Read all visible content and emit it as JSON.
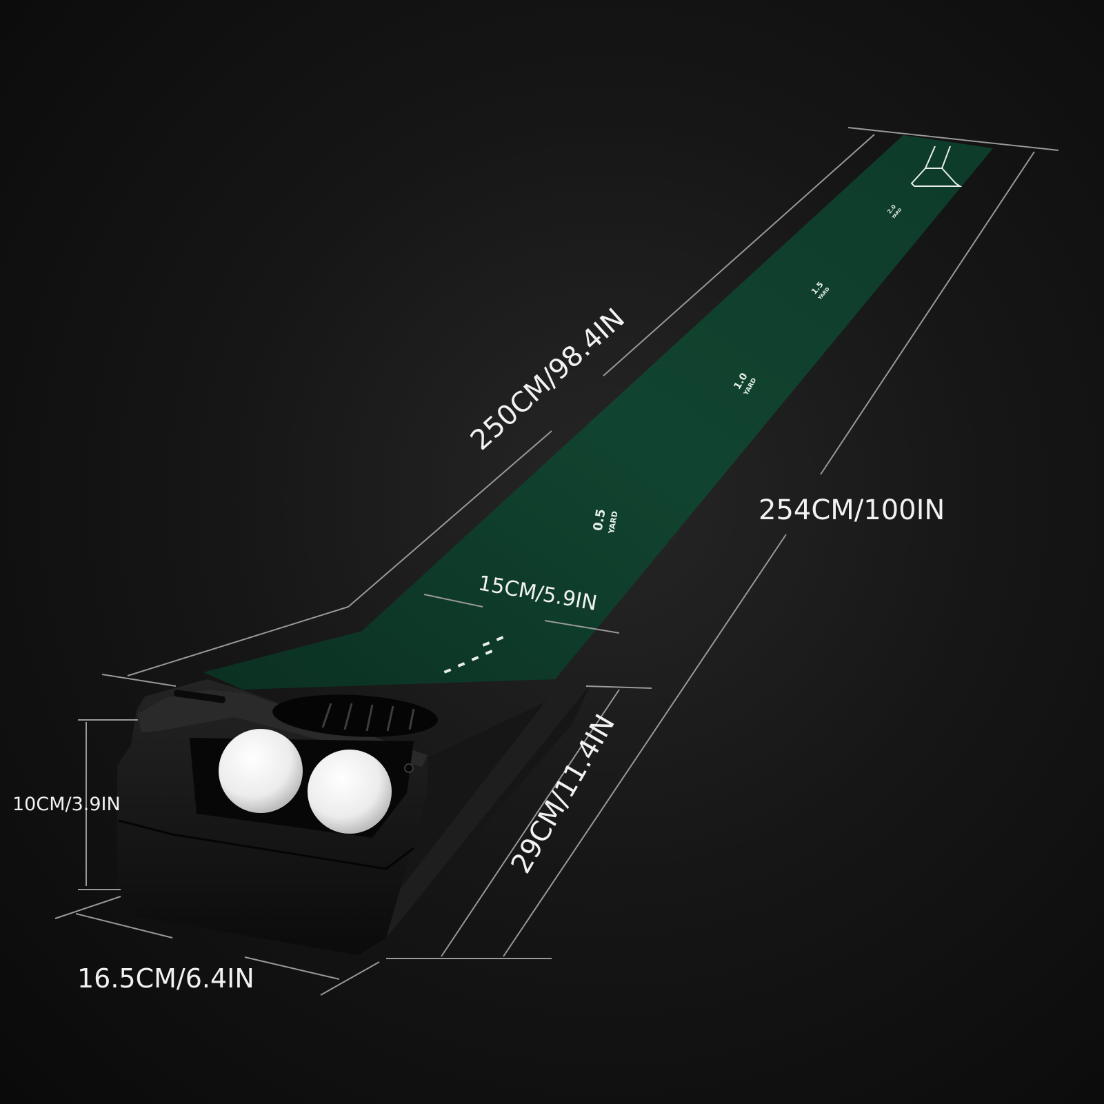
{
  "dimensions": {
    "mat_length_diag": "250CM/98.4IN",
    "total_length": "254CM/100IN",
    "mat_width": "15CM/5.9IN",
    "box_length": "29CM/11.4IN",
    "box_height": "10CM/3.9IN",
    "box_width": "16.5CM/6.4IN"
  },
  "mat_markings": [
    {
      "number": "0.5",
      "unit": "YARD"
    },
    {
      "number": "1.0",
      "unit": "YARD"
    },
    {
      "number": "1.5",
      "unit": "YARD"
    },
    {
      "number": "2.0",
      "unit": "YARD"
    }
  ],
  "colors": {
    "background": "#141414",
    "mat_green": "#0f3b2b",
    "box_black": "#121212",
    "ball_white": "#f4f4f4",
    "dimension_text": "#f2f2f2"
  }
}
